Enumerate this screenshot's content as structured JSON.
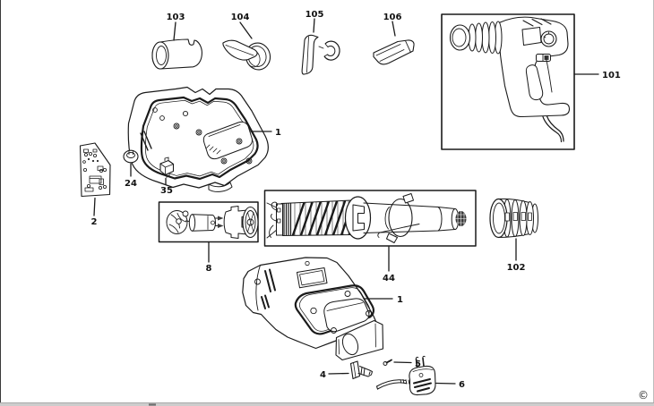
{
  "page": {
    "copyright_symbol": "©"
  },
  "diagram": {
    "ink": "#1a1a1a",
    "labels": {
      "nozzle_103": "103",
      "nozzle_104": "104",
      "nozzle_105": "105",
      "nozzle_106": "106",
      "heatgun_101": "101",
      "upper_housing_1": "1",
      "cap_24": "24",
      "switch_35": "35",
      "pcb_2": "2",
      "motor_8": "8",
      "element_44": "44",
      "barrel_102": "102",
      "lower_housing_1": "1",
      "cord_guard_4": "4",
      "screw_5": "5",
      "cord_6": "6"
    }
  }
}
